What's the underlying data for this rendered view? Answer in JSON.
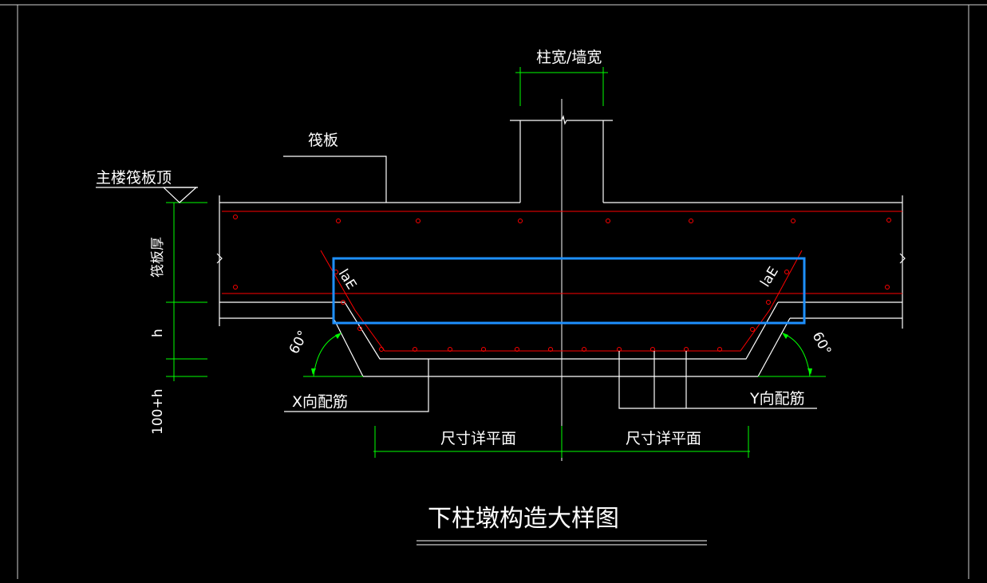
{
  "drawing": {
    "title": "下柱墩构造大样图",
    "labels": {
      "column_width": "柱宽/墙宽",
      "raft_slab": "筏板",
      "main_raft_top": "主楼筏板顶",
      "raft_thickness": "筏板厚",
      "h": "h",
      "h_plus_100": "100+h",
      "x_rebar": "X向配筋",
      "y_rebar": "Y向配筋",
      "dim_left": "尺寸详平面",
      "dim_right": "尺寸详平面",
      "lae_left": "laE",
      "lae_right": "laE",
      "angle_left": "60°",
      "angle_right": "60°"
    }
  },
  "colors": {
    "background": "#000000",
    "linework": "#ffffff",
    "dimension": "#00ff00",
    "rebar": "#ff0000",
    "selection": "#1e90ff"
  }
}
